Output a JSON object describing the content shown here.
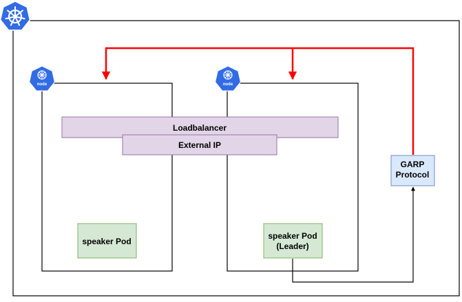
{
  "diagram": {
    "nodes": {
      "loadbalancer": "Loadbalancer",
      "external_ip": "External IP",
      "garp_line1": "GARP",
      "garp_line2": "Protocol",
      "speaker_pod": "speaker Pod",
      "speaker_leader_line1": "speaker Pod",
      "speaker_leader_line2": "(Leader)"
    },
    "icons": {
      "cluster": "kubernetes-logo-icon",
      "node_left": "kubernetes-node-icon",
      "node_right": "kubernetes-node-icon",
      "node_icon_label": "node"
    },
    "colors": {
      "k8s_blue": "#326CE5",
      "loadbalancer_fill": "#E1D5E7",
      "loadbalancer_stroke": "#9673A6",
      "garp_fill": "#DAE8FC",
      "garp_stroke": "#6C8EBF",
      "pod_fill": "#D5E8D4",
      "pod_stroke": "#82B366",
      "red_link": "#FF0000"
    }
  }
}
